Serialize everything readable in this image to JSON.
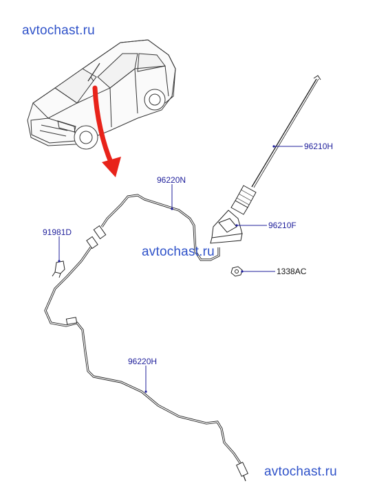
{
  "watermark": "avtochast.ru",
  "parts": {
    "antenna_pole": "96210H",
    "antenna_base": "96210F",
    "upper_cable": "96220N",
    "clip": "91981D",
    "lower_cable": "96220H",
    "nut": "1338AC"
  },
  "colors": {
    "callout_arrow": "#e8231a",
    "part_number_blue": "#1d1d9a",
    "watermark_blue": "#2f52c9",
    "line_art": "#222222"
  }
}
